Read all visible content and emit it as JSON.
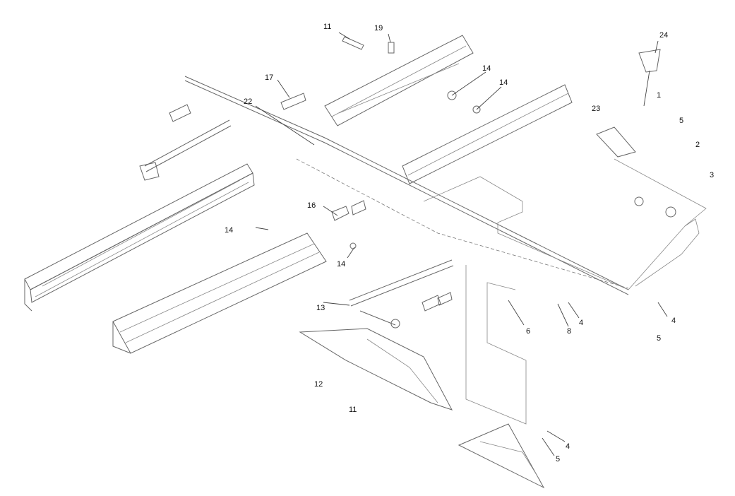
{
  "callouts": {
    "c11_top": "11",
    "c19": "19",
    "c24": "24",
    "c14_a": "14",
    "c14_b": "14",
    "c17": "17",
    "c22": "22",
    "c23": "23",
    "c1": "1",
    "c5_a": "5",
    "c2": "2",
    "c3": "3",
    "c16": "16",
    "c14_c": "14",
    "c14_d": "14",
    "c13": "13",
    "c6": "6",
    "c8": "8",
    "c4_a": "4",
    "c4_b": "4",
    "c5_b": "5",
    "c12": "12",
    "c11_bottom": "11",
    "c4_c": "4",
    "c5_c": "5"
  }
}
